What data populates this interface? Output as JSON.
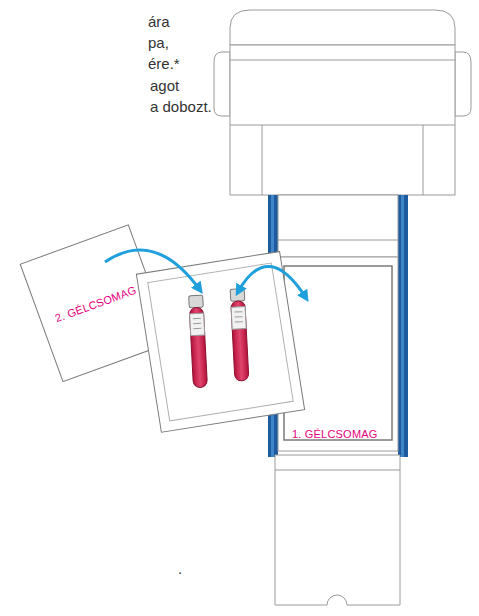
{
  "diagram": {
    "nodes": [
      {
        "text": [
          "2. GÉLCSOMAG"
        ]
      },
      {
        "text": [
          "1. GÉLCSOMAG"
        ]
      }
    ],
    "labels": [
      "ára",
      "pa,",
      "ére.*",
      "agot",
      "a dobozt.",
      "."
    ]
  }
}
